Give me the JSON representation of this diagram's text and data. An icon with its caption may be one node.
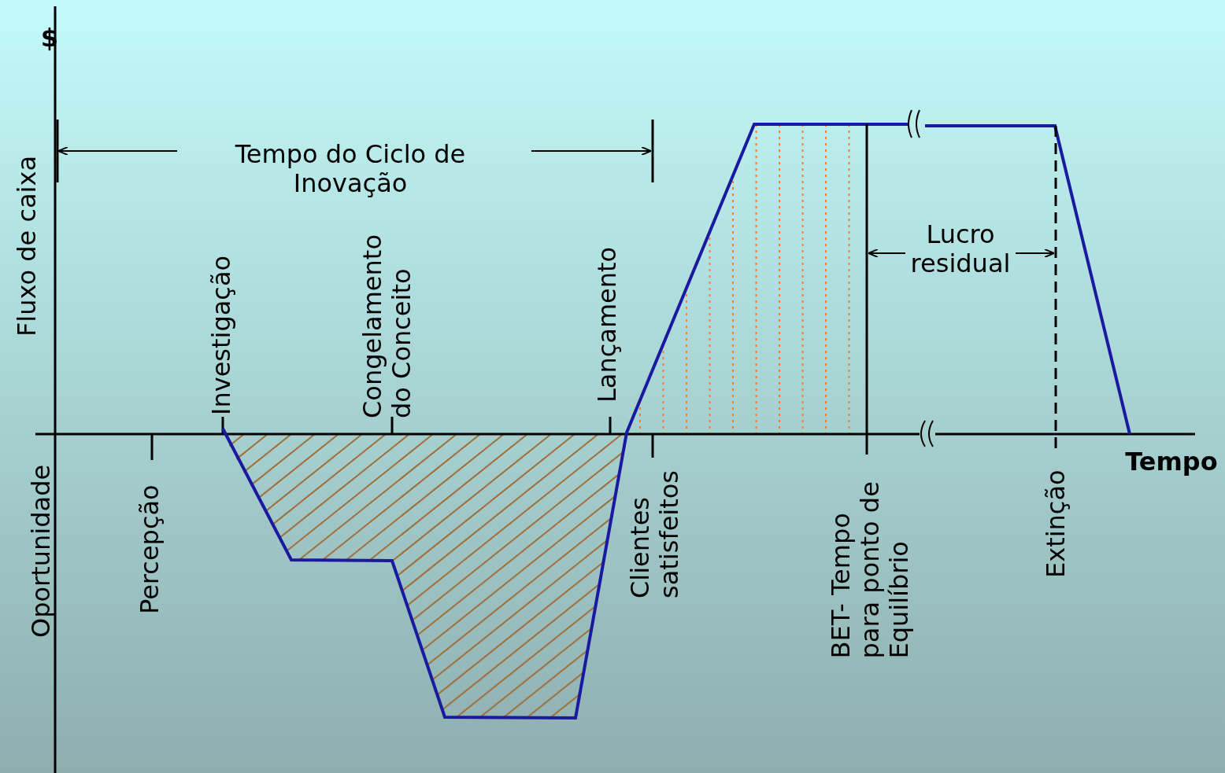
{
  "diagram": {
    "labels": [
      "$",
      "Fluxo de caixa",
      "Tempo do Ciclo de Inovação",
      "Investigação",
      "Congelamento do Conceito",
      "Lançamento",
      "Lucro residual",
      "Oportunidade",
      "Percepção",
      "Clientes satisfeitos",
      "BET- Tempo para ponto de Equilíbrio",
      "Extinção",
      "Tempo"
    ]
  }
}
